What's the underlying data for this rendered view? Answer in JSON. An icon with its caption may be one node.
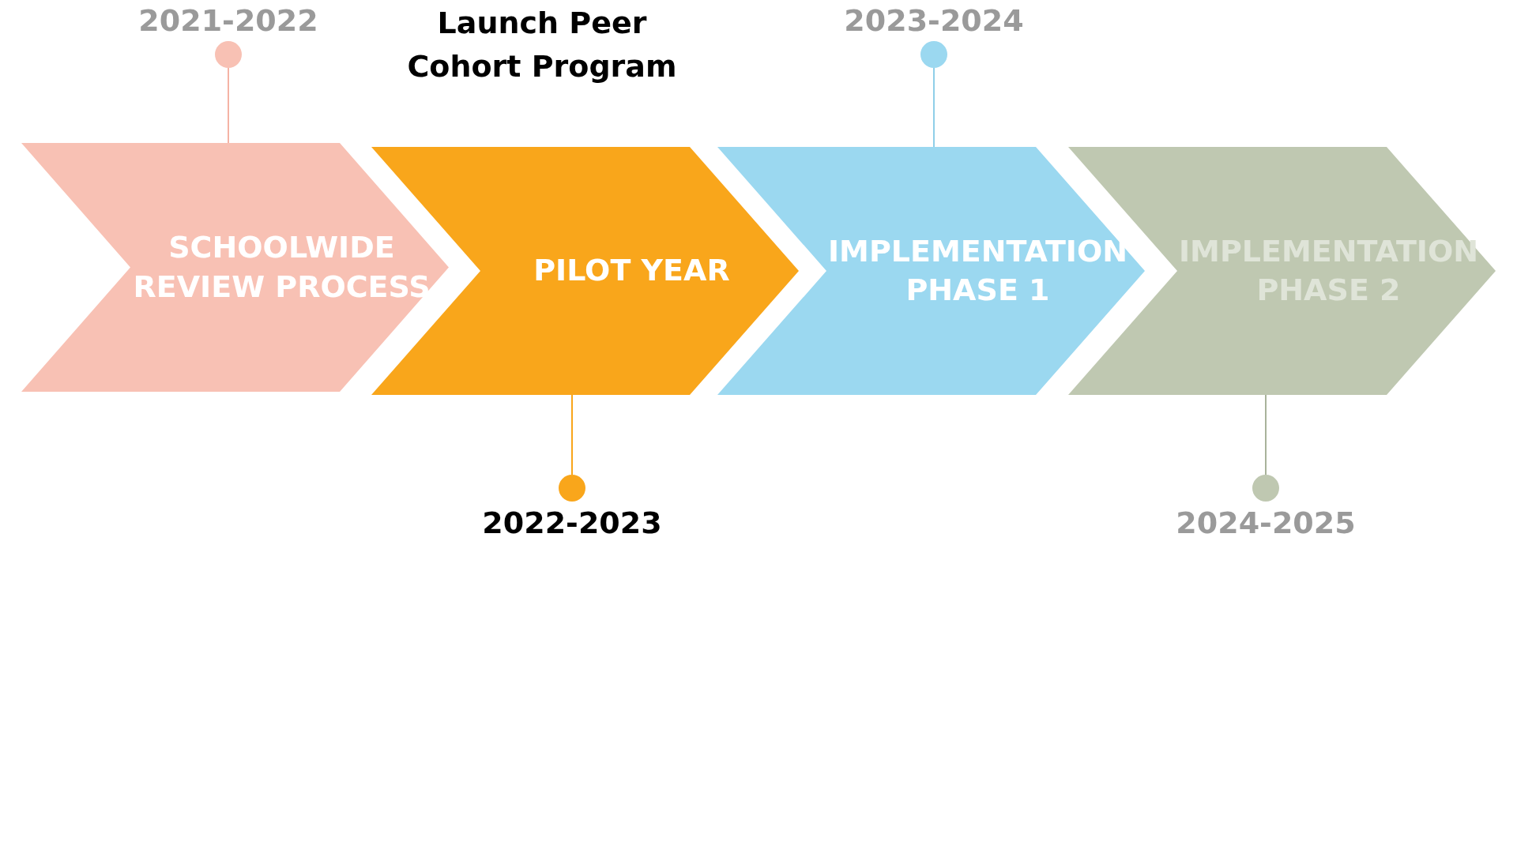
{
  "diagram": {
    "nodes": [
      {
        "text": [
          "SCHOOLWIDE REVIEW PROCESS"
        ]
      },
      {
        "text": [
          "PILOT YEAR"
        ],
        "beside": [
          "Launch Peer Cohort Program"
        ]
      },
      {
        "text": [
          "IMPLEMENTATION PHASE 1"
        ]
      },
      {
        "text": [
          "IMPLEMENTATION PHASE 2"
        ]
      },
      {
        "text": [],
        "shape": "circle",
        "beside": [
          "2021-2022"
        ]
      },
      {
        "text": [],
        "shape": "circle",
        "beside": [
          "2022-2023"
        ]
      },
      {
        "text": [],
        "shape": "circle",
        "beside": [
          "2023-2024"
        ]
      },
      {
        "text": [],
        "shape": "circle",
        "beside": [
          "2024-2025"
        ]
      }
    ],
    "edges": [
      {
        "from": 4,
        "to": 0,
        "arrow": "none",
        "color": "#f5b3a5"
      },
      {
        "from": 5,
        "to": 1,
        "arrow": "none",
        "color": "#f9a61b"
      },
      {
        "from": 6,
        "to": 2,
        "arrow": "none",
        "color": "#8fcfe8"
      },
      {
        "from": 7,
        "to": 3,
        "arrow": "none",
        "color": "#a9b39b"
      }
    ]
  }
}
